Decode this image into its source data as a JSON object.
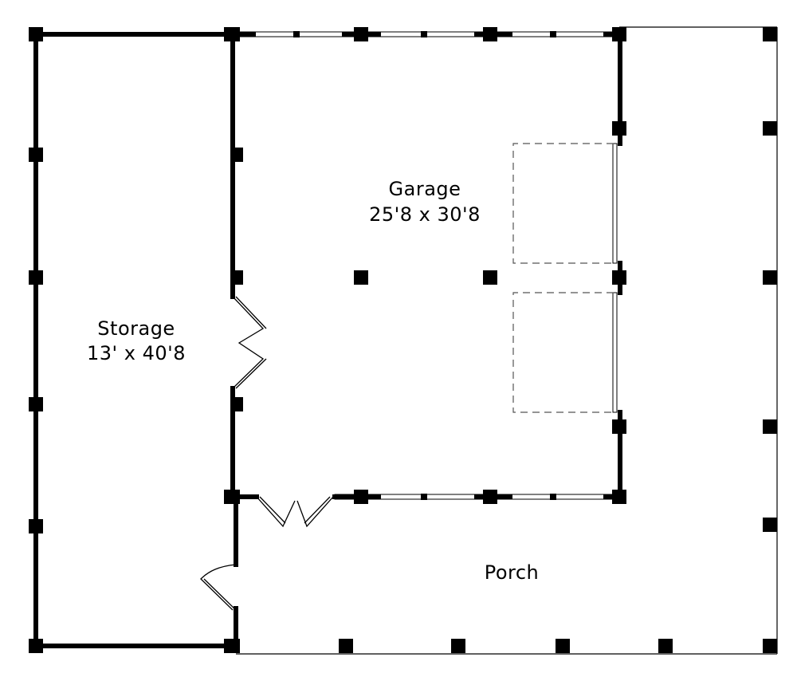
{
  "rooms": {
    "storage": {
      "name": "Storage",
      "size": "13' x 40'8"
    },
    "garage": {
      "name": "Garage",
      "size": "25'8 x 30'8"
    },
    "porch": {
      "name": "Porch"
    }
  }
}
